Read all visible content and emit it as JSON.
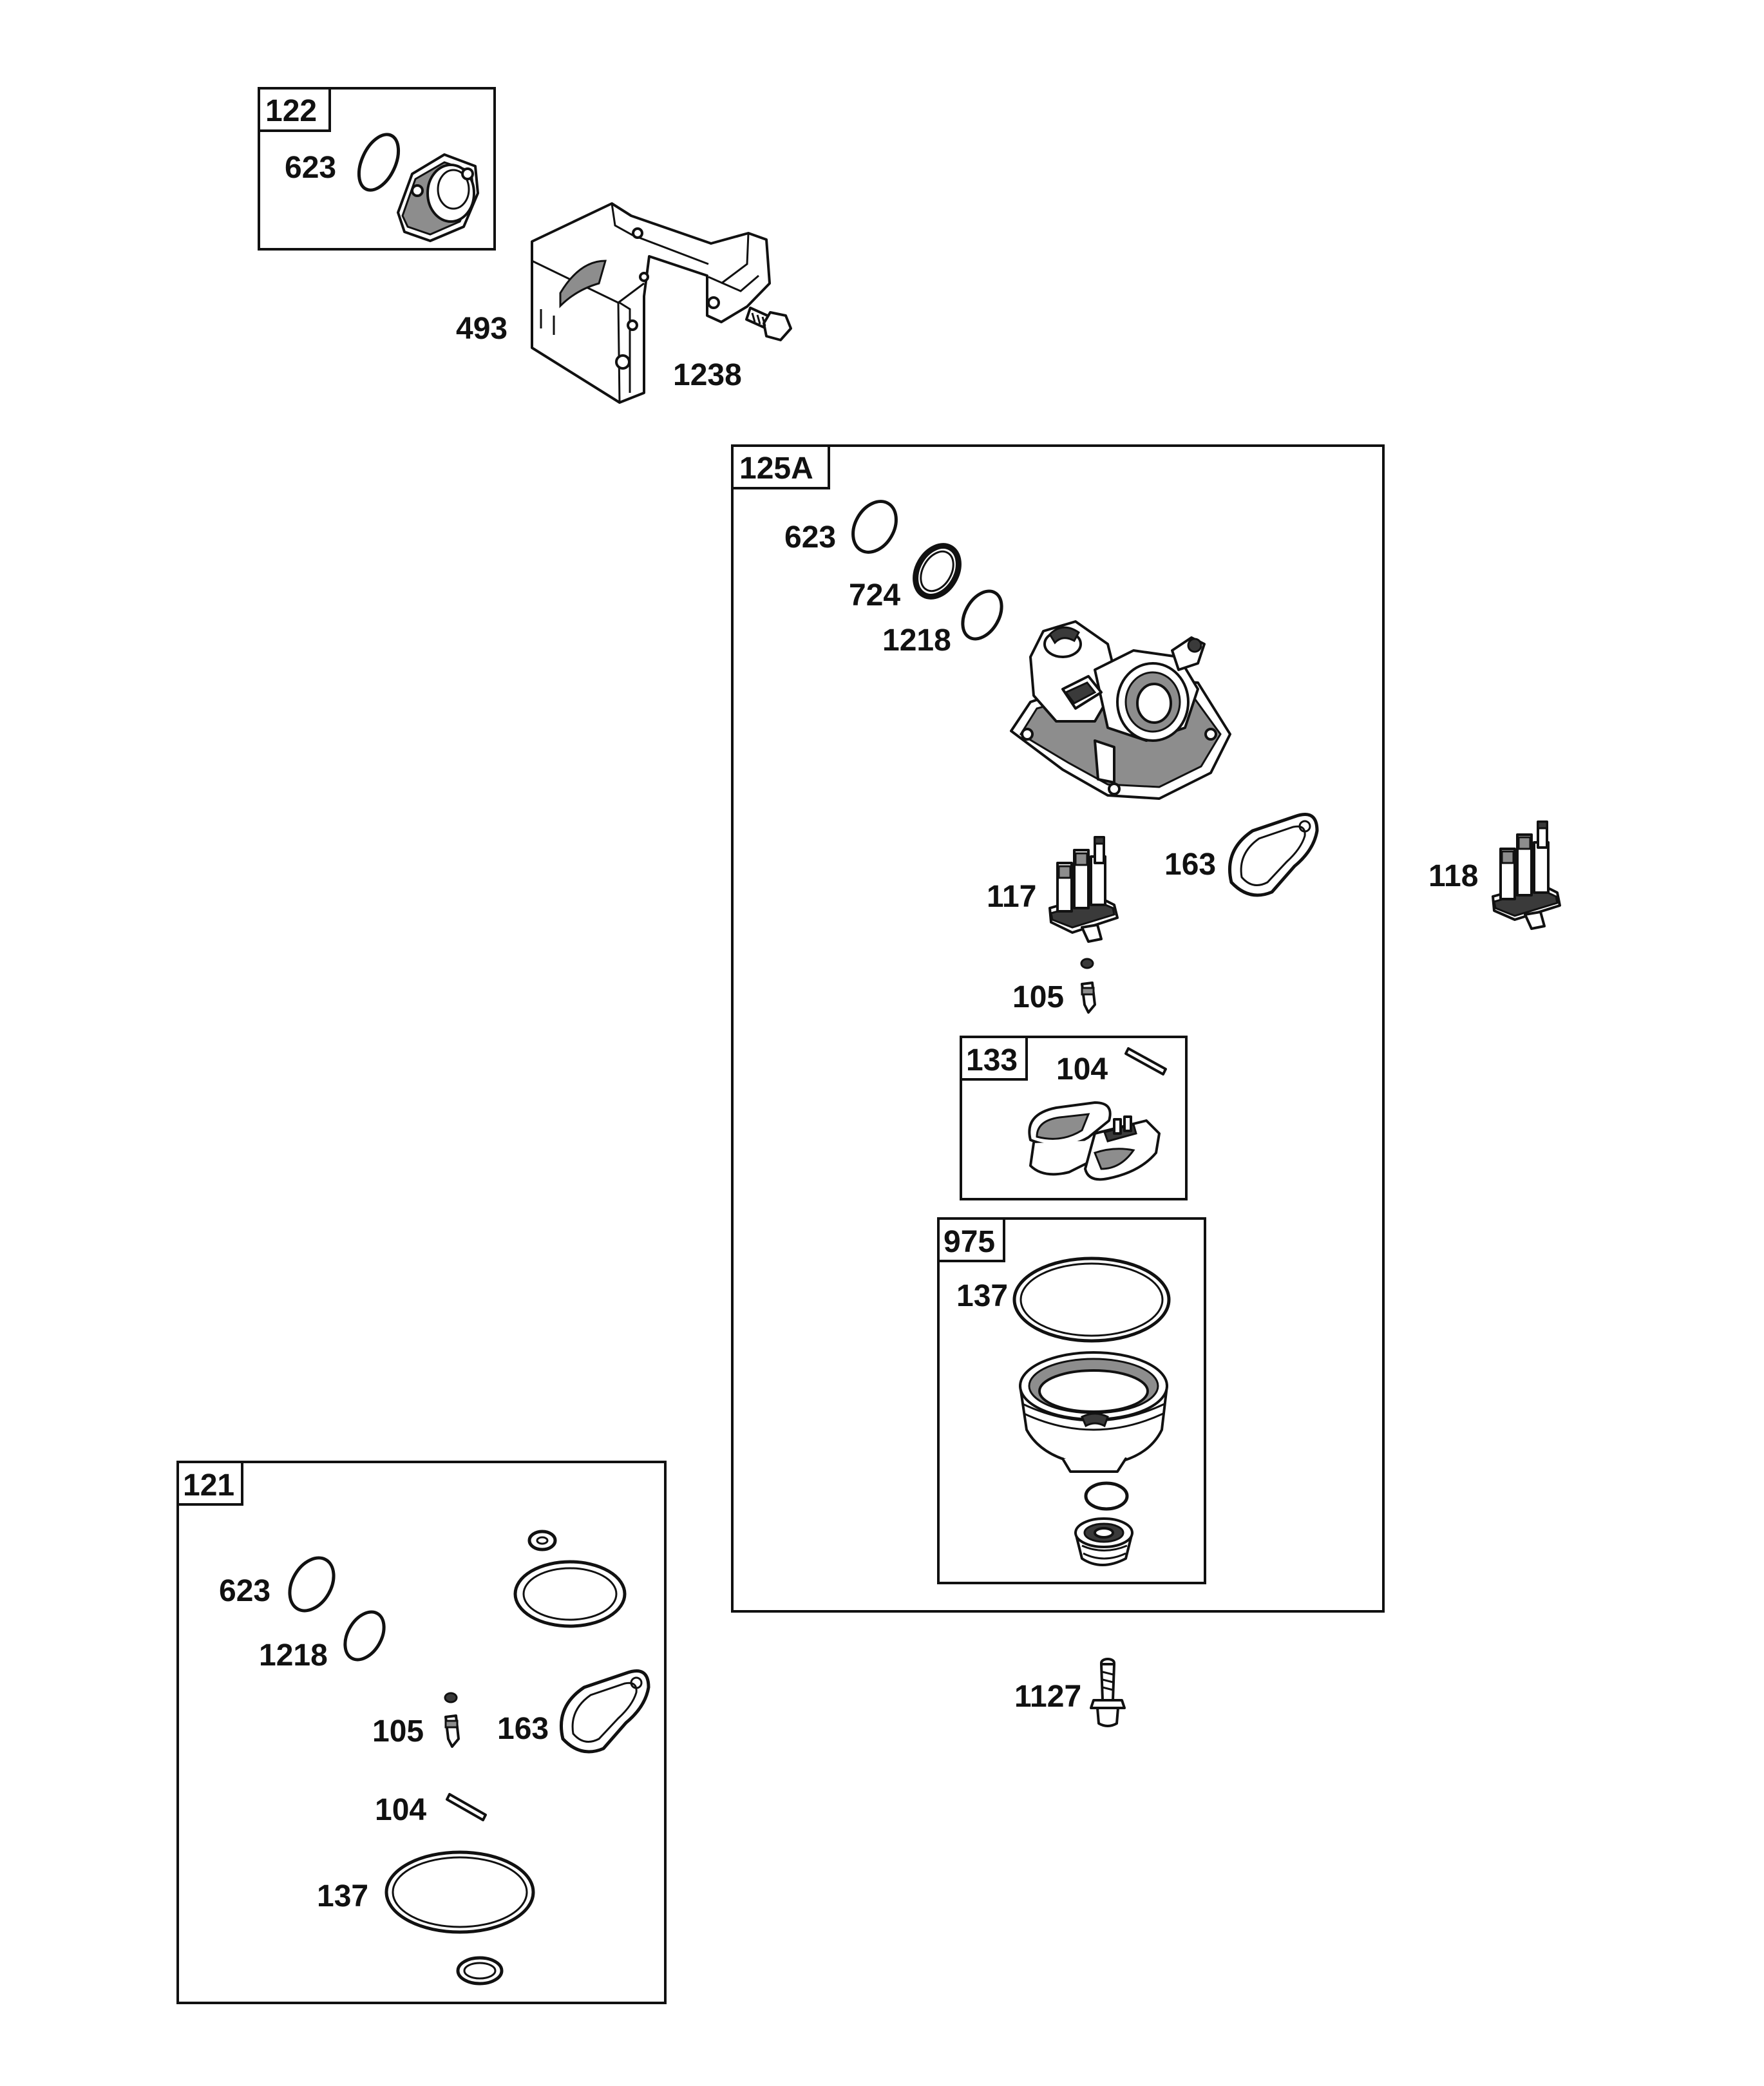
{
  "kits": {
    "k122": "122",
    "k125a": "125A",
    "k133": "133",
    "k975": "975",
    "k121": "121"
  },
  "labels": {
    "l623_k122": "623",
    "l493": "493",
    "l1238": "1238",
    "l623_k125a": "623",
    "l724": "724",
    "l1218_k125a": "1218",
    "l163_k125a": "163",
    "l117": "117",
    "l118": "118",
    "l105_k125a": "105",
    "l104_k133": "104",
    "l137_k975": "137",
    "l1127": "1127",
    "l623_k121": "623",
    "l1218_k121": "1218",
    "l105_k121": "105",
    "l163_k121": "163",
    "l104_k121": "104",
    "l137_k121": "137"
  }
}
